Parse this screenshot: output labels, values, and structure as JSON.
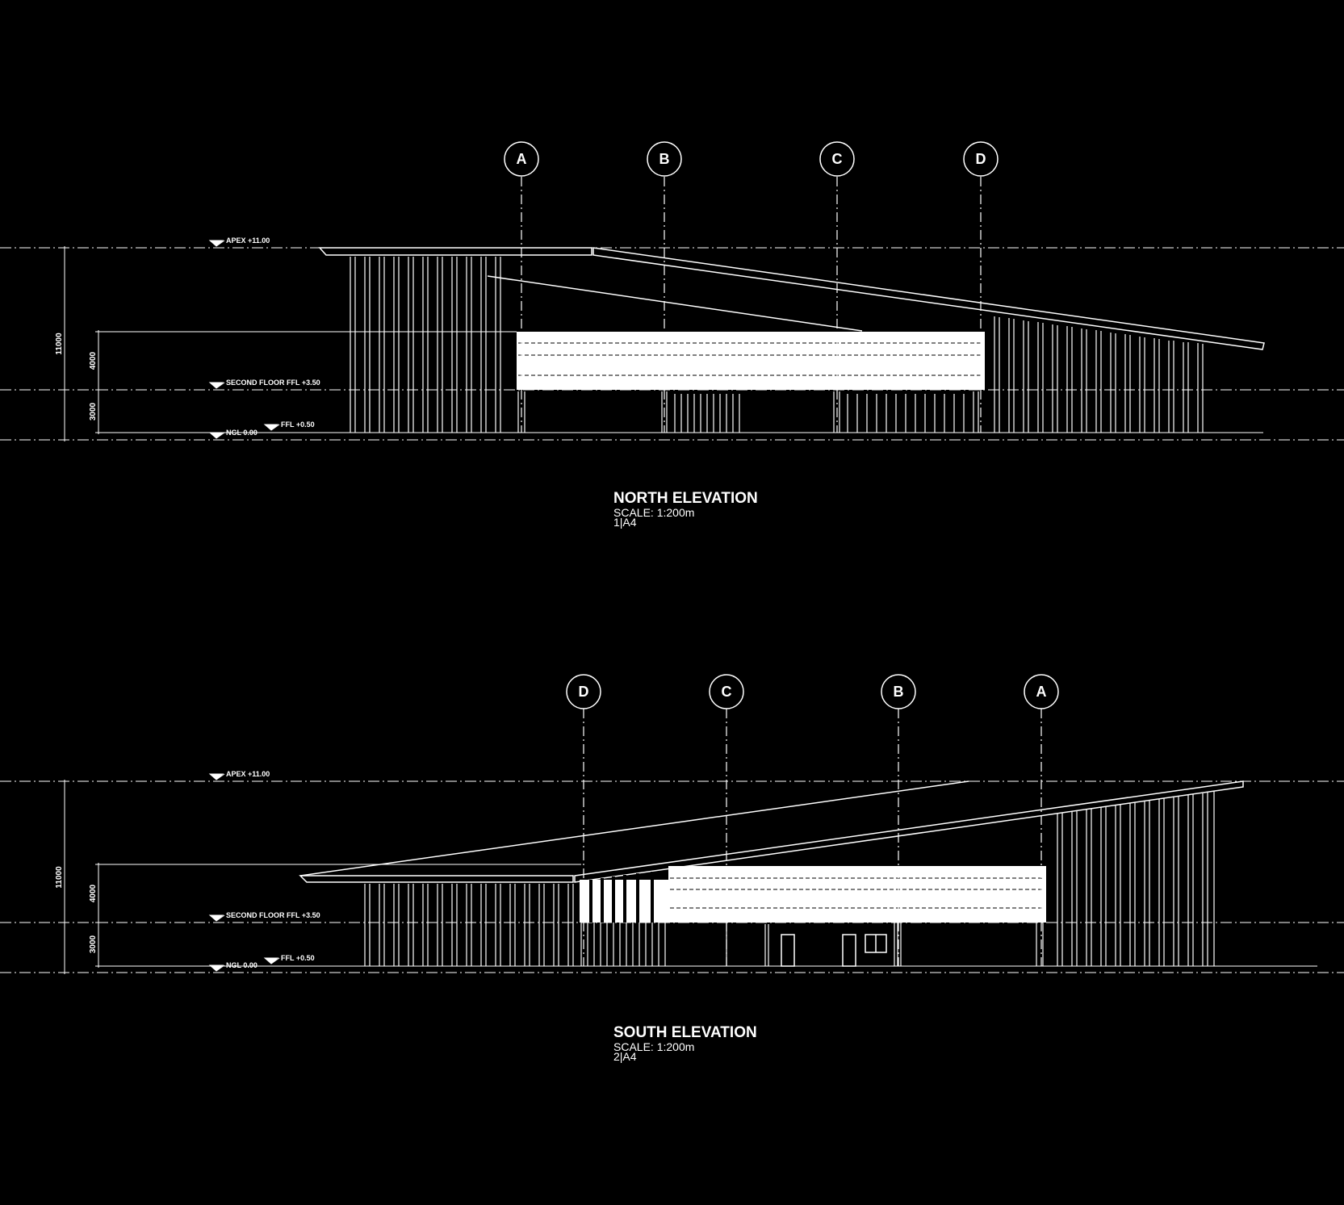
{
  "elevations": [
    {
      "title": "NORTH ELEVATION",
      "scale": "SCALE: 1:200m",
      "ref": "1|A4",
      "grid_labels": [
        "A",
        "B",
        "C",
        "D"
      ],
      "levels": {
        "apex": "APEX +11.00",
        "second_floor": "SECOND FLOOR FFL +3.50",
        "ffl": "FFL +0.50",
        "ngl": "NGL 0.00"
      },
      "dims": {
        "overall": "11000",
        "upper": "4000",
        "lower": "3000"
      }
    },
    {
      "title": "SOUTH ELEVATION",
      "scale": "SCALE: 1:200m",
      "ref": "2|A4",
      "grid_labels": [
        "D",
        "C",
        "B",
        "A"
      ],
      "levels": {
        "apex": "APEX +11.00",
        "second_floor": "SECOND FLOOR FFL +3.50",
        "ffl": "FFL +0.50",
        "ngl": "NGL 0.00"
      },
      "dims": {
        "overall": "11000",
        "upper": "4000",
        "lower": "3000"
      }
    }
  ]
}
